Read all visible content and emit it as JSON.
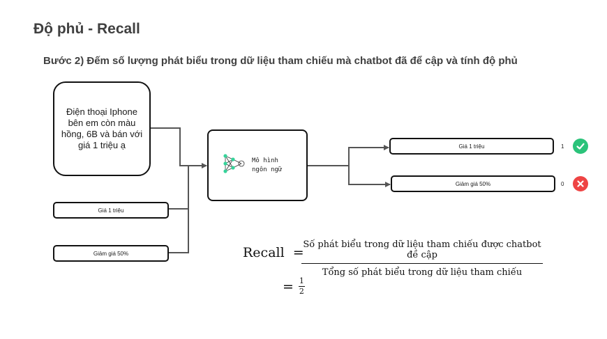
{
  "header": {
    "title": "Độ phủ - Recall",
    "step": "Bước 2) Đếm số lượng phát biểu trong dữ liệu tham chiếu mà chatbot đã để cập và tính độ phủ"
  },
  "diagram": {
    "chatbot_answer": "Điện thoại Iphone bên em còn màu hồng, 6B và bán với giá 1 triệu ạ",
    "reference_statements": [
      "Giá 1 triệu",
      "Giảm giá 50%"
    ],
    "model_label_line1": "Mô hình",
    "model_label_line2": "ngôn ngữ",
    "model_icon": "neural-network-icon",
    "results": [
      {
        "label": "Giá 1 triệu",
        "score": "1",
        "status": "check-icon",
        "color": "#2bc37a"
      },
      {
        "label": "Giảm giá 50%",
        "score": "0",
        "status": "cross-icon",
        "color": "#ee4444"
      }
    ]
  },
  "formula": {
    "lhs": "Recall",
    "equals": "=",
    "numerator": "Số phát biểu trong dữ liệu tham chiếu được chatbot đề cập",
    "denominator": "Tổng số phát biểu trong dữ liệu tham chiếu",
    "result_numerator": "1",
    "result_denominator": "2"
  }
}
